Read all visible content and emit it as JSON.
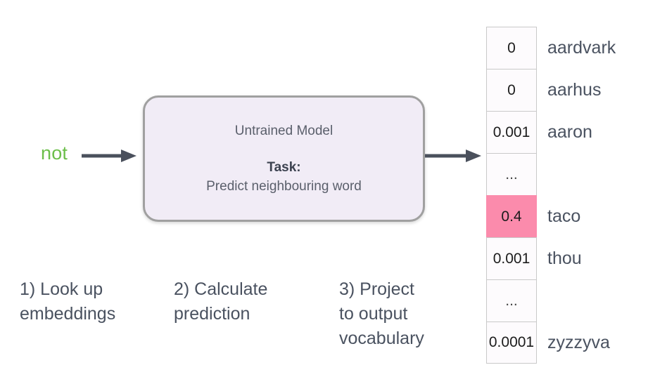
{
  "diagram": {
    "input": {
      "word": "not",
      "word_color": "#6CBE4A"
    },
    "model": {
      "title": "Untrained Model",
      "task_label": "Task:",
      "task_text": "Predict neighbouring word",
      "fill_color": "#F1ECF6",
      "border_color": "#A0A0A0"
    },
    "steps": [
      {
        "text": "1) Look up\nembeddings"
      },
      {
        "text": "2) Calculate\nprediction"
      },
      {
        "text": "3) Project\nto output\nvocabulary"
      }
    ],
    "output_vocabulary": {
      "highlight_color": "#FB8BAC",
      "rows": [
        {
          "value": "0",
          "word": "aardvark",
          "highlighted": false
        },
        {
          "value": "0",
          "word": "aarhus",
          "highlighted": false
        },
        {
          "value": "0.001",
          "word": "aaron",
          "highlighted": false
        },
        {
          "value": "...",
          "word": "",
          "highlighted": false
        },
        {
          "value": "0.4",
          "word": "taco",
          "highlighted": true
        },
        {
          "value": "0.001",
          "word": "thou",
          "highlighted": false
        },
        {
          "value": "...",
          "word": "",
          "highlighted": false
        },
        {
          "value": "0.0001",
          "word": "zyzzyva",
          "highlighted": false
        }
      ]
    }
  }
}
